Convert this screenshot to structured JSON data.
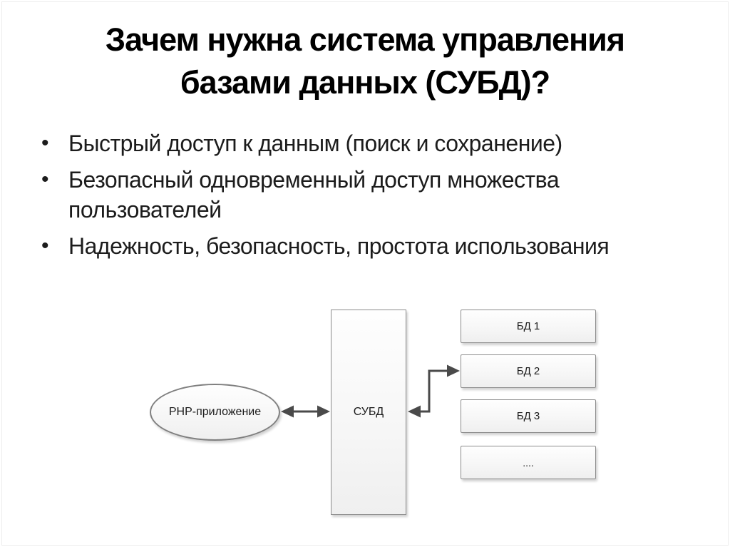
{
  "slide": {
    "title_line1": "Зачем нужна система управления",
    "title_line2": "базами данных (СУБД)?",
    "bullet_char": "•",
    "bullets": [
      "Быстрый доступ к данным (поиск и сохранение)",
      "Безопасный одновременный доступ множества пользователей",
      "Надежность, безопасность, простота использования"
    ]
  },
  "diagram": {
    "php_app_label": "PHP-приложение",
    "dbms_label": "СУБД",
    "db_labels": [
      "БД 1",
      "БД 2",
      "БД 3",
      "...."
    ]
  },
  "colors": {
    "arrow": "#4a4a4a",
    "shape_border": "#8c8c8c",
    "title_text": "#000000",
    "body_text": "#1c1c1c",
    "shape_fill_top": "#fefefe",
    "shape_fill_bottom": "#efefef"
  }
}
